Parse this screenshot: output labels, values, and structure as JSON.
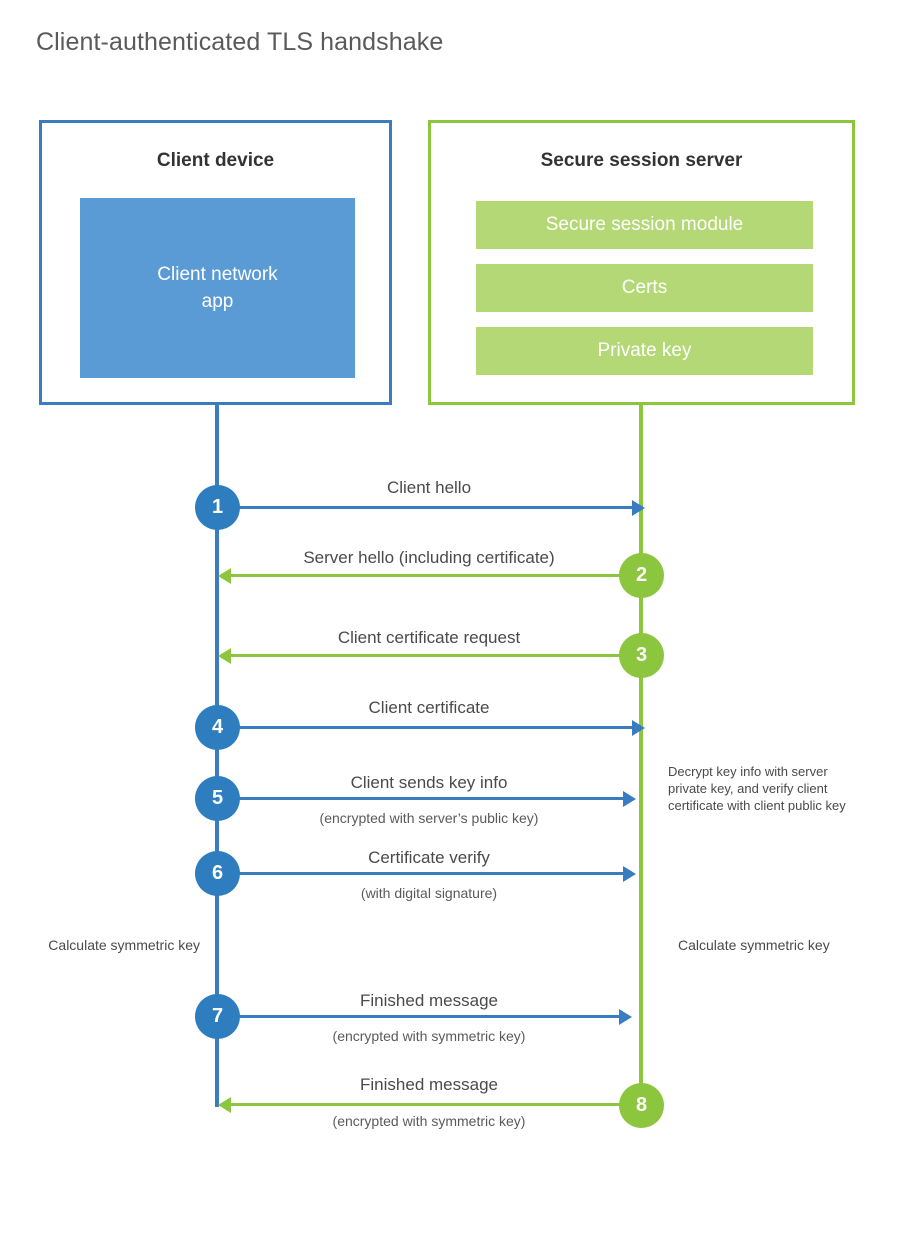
{
  "title": "Client-authenticated TLS handshake",
  "actors": {
    "client": {
      "title": "Client device",
      "app_label_line1": "Client network",
      "app_label_line2": "app",
      "border_color": "#3a7cc0",
      "fill_color": "#5b9bd5"
    },
    "server": {
      "title": "Secure session server",
      "border_color": "#8cc63e",
      "bar_color": "#b5d877",
      "bars": [
        {
          "label": "Secure session module"
        },
        {
          "label": "Certs"
        },
        {
          "label": "Private key"
        }
      ]
    }
  },
  "steps": [
    {
      "number": "1",
      "label": "Client hello",
      "sublabel": "",
      "direction": "right",
      "color": "blue"
    },
    {
      "number": "2",
      "label": "Server hello (including certificate)",
      "sublabel": "",
      "direction": "left",
      "color": "green"
    },
    {
      "number": "3",
      "label": "Client certificate request",
      "sublabel": "",
      "direction": "left",
      "color": "green"
    },
    {
      "number": "4",
      "label": "Client certificate",
      "sublabel": "",
      "direction": "right",
      "color": "blue"
    },
    {
      "number": "5",
      "label": "Client sends key info",
      "sublabel": "(encrypted with server’s public key)",
      "direction": "right",
      "color": "blue"
    },
    {
      "number": "6",
      "label": "Certificate verify",
      "sublabel": "(with digital signature)",
      "direction": "right",
      "color": "blue"
    },
    {
      "number": "7",
      "label": "Finished message",
      "sublabel": "(encrypted with symmetric key)",
      "direction": "right",
      "color": "blue"
    },
    {
      "number": "8",
      "label": "Finished message",
      "sublabel": "(encrypted with symmetric key)",
      "direction": "left",
      "color": "green"
    }
  ],
  "notes": {
    "decrypt": "Decrypt key info with server private key, and verify client certificate with client public key",
    "calculate_client": "Calculate symmetric key",
    "calculate_server": "Calculate symmetric key"
  },
  "colors": {
    "client_accent": "#3a7cc0",
    "client_fill": "#5b9bd5",
    "client_circle": "#2e7ebf",
    "server_accent": "#8cc63e",
    "server_fill": "#b5d877",
    "text": "#4a4a4a",
    "title_text": "#5a5a5a"
  }
}
